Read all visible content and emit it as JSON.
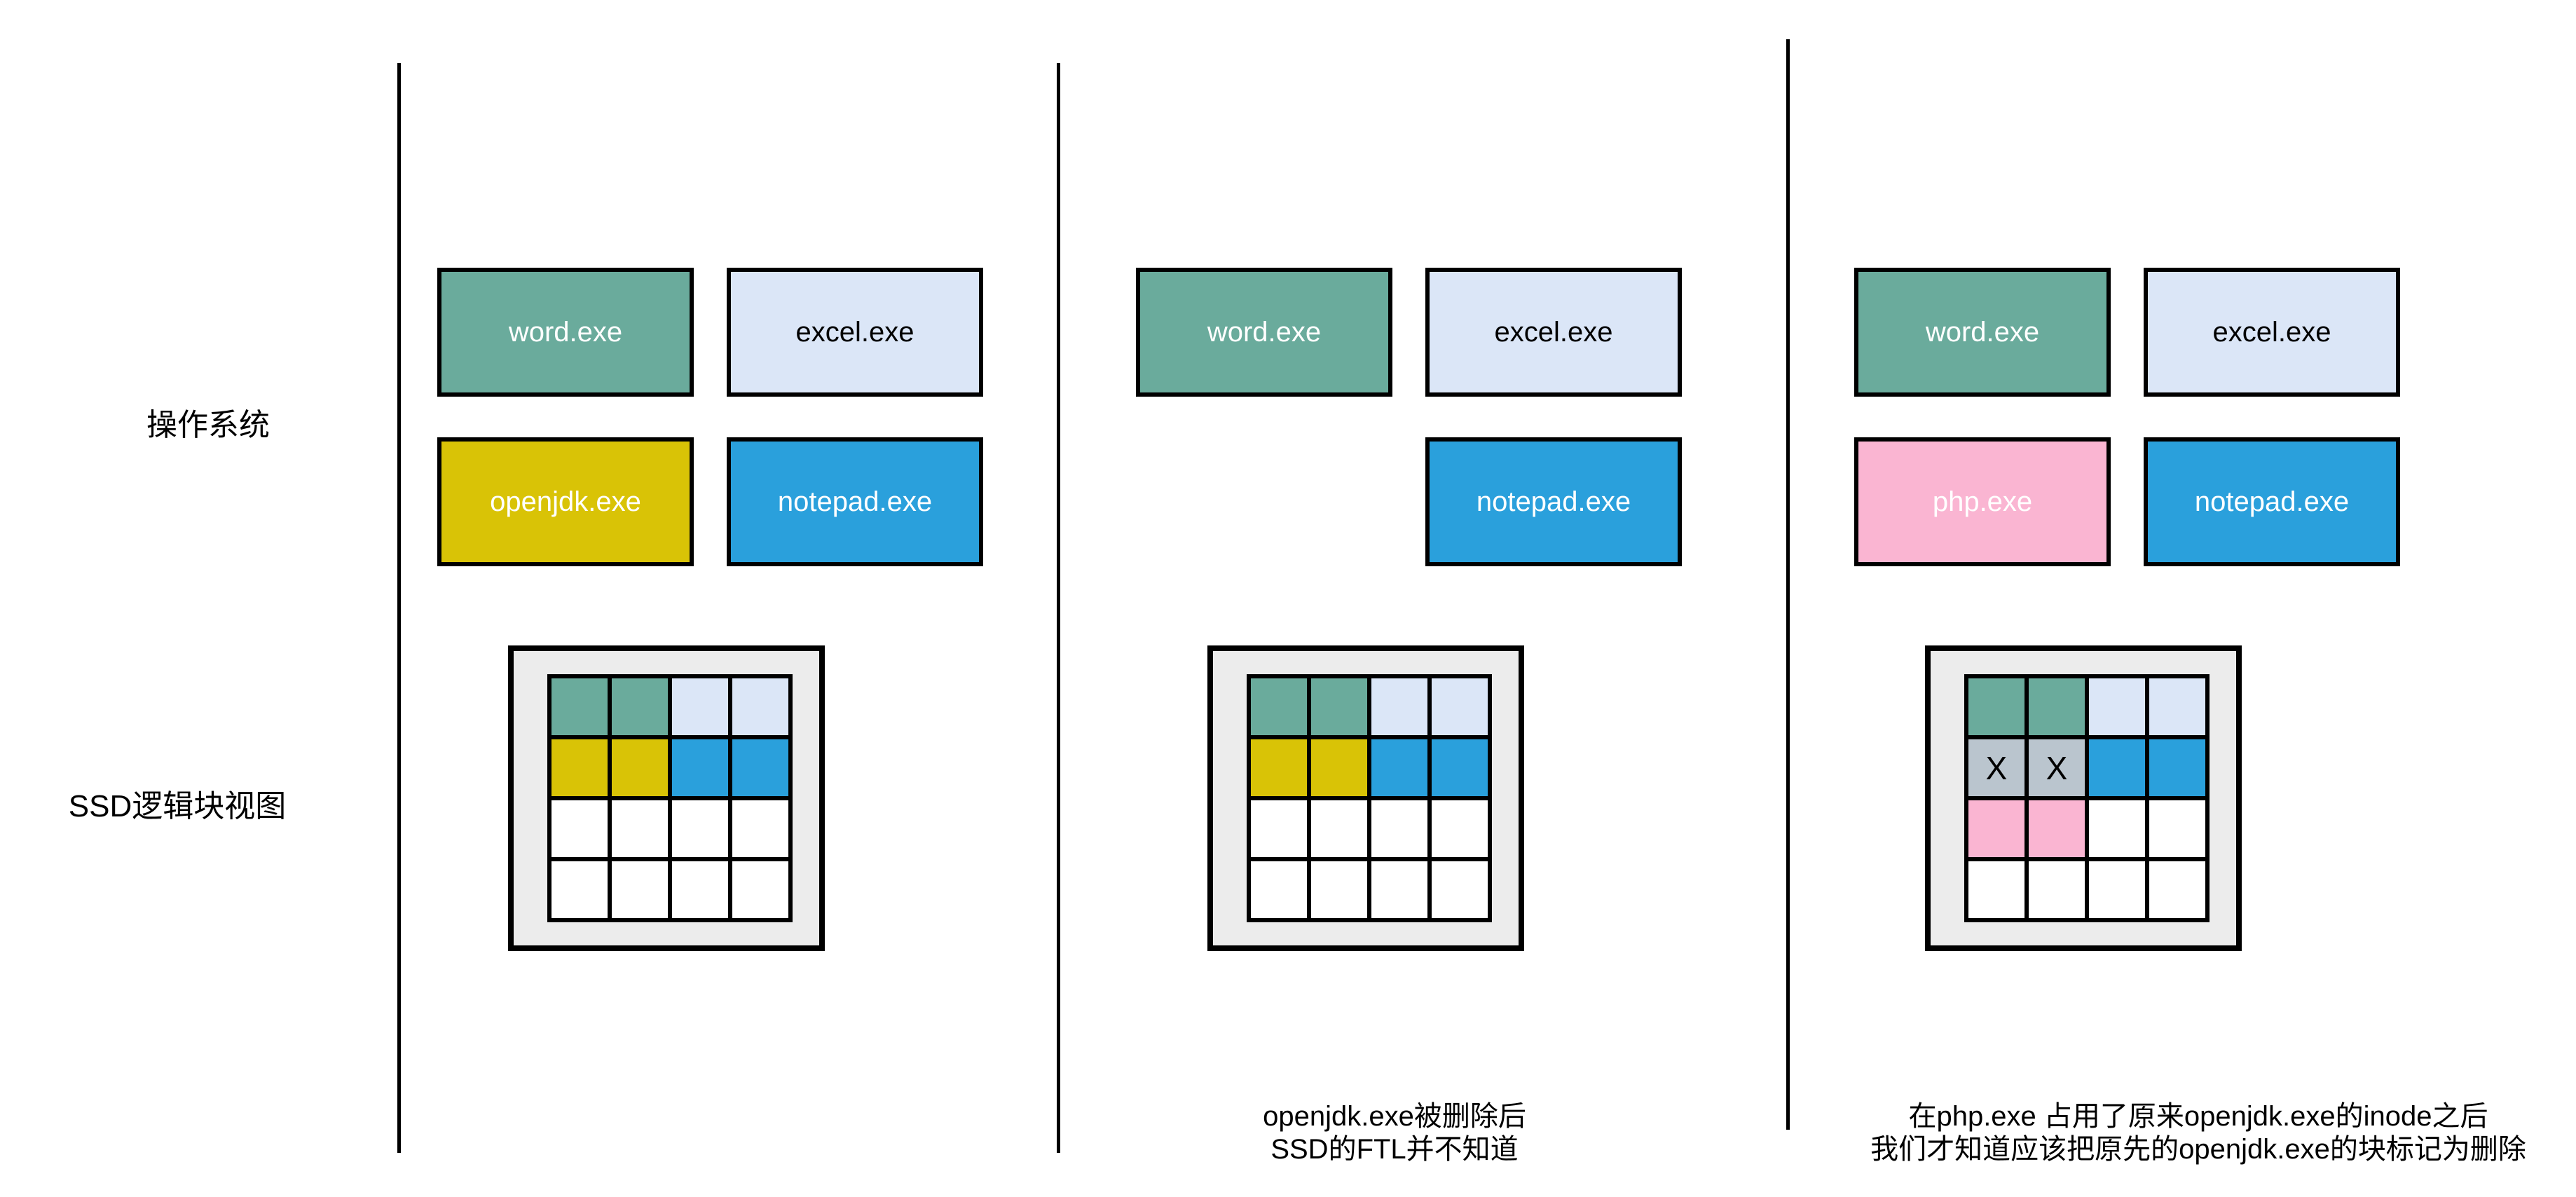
{
  "labels": {
    "os": "操作系统",
    "ssd": "SSD逻辑块视图"
  },
  "colors": {
    "word": "#6aab9c",
    "excel": "#dbe6f7",
    "openjdk": "#d9c306",
    "notepad": "#2aa0dc",
    "php": "#fab5d2",
    "deleted": "#bac5ce",
    "empty": "#ffffff",
    "frame_bg": "#ececec",
    "border": "#000000"
  },
  "panels": [
    {
      "id": "initial-state",
      "processes": [
        {
          "label": "word.exe",
          "color": "word",
          "text_color": "#ffffff",
          "row": 0,
          "col": 0
        },
        {
          "label": "excel.exe",
          "color": "excel",
          "text_color": "#000000",
          "row": 0,
          "col": 1
        },
        {
          "label": "openjdk.exe",
          "color": "openjdk",
          "text_color": "#ffffff",
          "row": 1,
          "col": 0
        },
        {
          "label": "notepad.exe",
          "color": "notepad",
          "text_color": "#ffffff",
          "row": 1,
          "col": 1
        }
      ],
      "grid": [
        [
          {
            "c": "word",
            "t": ""
          },
          {
            "c": "word",
            "t": ""
          },
          {
            "c": "excel",
            "t": ""
          },
          {
            "c": "excel",
            "t": ""
          }
        ],
        [
          {
            "c": "openjdk",
            "t": ""
          },
          {
            "c": "openjdk",
            "t": ""
          },
          {
            "c": "notepad",
            "t": ""
          },
          {
            "c": "notepad",
            "t": ""
          }
        ],
        [
          {
            "c": "empty",
            "t": ""
          },
          {
            "c": "empty",
            "t": ""
          },
          {
            "c": "empty",
            "t": ""
          },
          {
            "c": "empty",
            "t": ""
          }
        ],
        [
          {
            "c": "empty",
            "t": ""
          },
          {
            "c": "empty",
            "t": ""
          },
          {
            "c": "empty",
            "t": ""
          },
          {
            "c": "empty",
            "t": ""
          }
        ]
      ],
      "caption": []
    },
    {
      "id": "after-delete",
      "processes": [
        {
          "label": "word.exe",
          "color": "word",
          "text_color": "#ffffff",
          "row": 0,
          "col": 0
        },
        {
          "label": "excel.exe",
          "color": "excel",
          "text_color": "#000000",
          "row": 0,
          "col": 1
        },
        {
          "label": "notepad.exe",
          "color": "notepad",
          "text_color": "#ffffff",
          "row": 1,
          "col": 1
        }
      ],
      "grid": [
        [
          {
            "c": "word",
            "t": ""
          },
          {
            "c": "word",
            "t": ""
          },
          {
            "c": "excel",
            "t": ""
          },
          {
            "c": "excel",
            "t": ""
          }
        ],
        [
          {
            "c": "openjdk",
            "t": ""
          },
          {
            "c": "openjdk",
            "t": ""
          },
          {
            "c": "notepad",
            "t": ""
          },
          {
            "c": "notepad",
            "t": ""
          }
        ],
        [
          {
            "c": "empty",
            "t": ""
          },
          {
            "c": "empty",
            "t": ""
          },
          {
            "c": "empty",
            "t": ""
          },
          {
            "c": "empty",
            "t": ""
          }
        ],
        [
          {
            "c": "empty",
            "t": ""
          },
          {
            "c": "empty",
            "t": ""
          },
          {
            "c": "empty",
            "t": ""
          },
          {
            "c": "empty",
            "t": ""
          }
        ]
      ],
      "caption": [
        "openjdk.exe被删除后",
        "SSD的FTL并不知道"
      ]
    },
    {
      "id": "after-php-reuse",
      "processes": [
        {
          "label": "word.exe",
          "color": "word",
          "text_color": "#ffffff",
          "row": 0,
          "col": 0
        },
        {
          "label": "excel.exe",
          "color": "excel",
          "text_color": "#000000",
          "row": 0,
          "col": 1
        },
        {
          "label": "php.exe",
          "color": "php",
          "text_color": "#ffffff",
          "row": 1,
          "col": 0
        },
        {
          "label": "notepad.exe",
          "color": "notepad",
          "text_color": "#ffffff",
          "row": 1,
          "col": 1
        }
      ],
      "grid": [
        [
          {
            "c": "word",
            "t": ""
          },
          {
            "c": "word",
            "t": ""
          },
          {
            "c": "excel",
            "t": ""
          },
          {
            "c": "excel",
            "t": ""
          }
        ],
        [
          {
            "c": "deleted",
            "t": "X"
          },
          {
            "c": "deleted",
            "t": "X"
          },
          {
            "c": "notepad",
            "t": ""
          },
          {
            "c": "notepad",
            "t": ""
          }
        ],
        [
          {
            "c": "php",
            "t": ""
          },
          {
            "c": "php",
            "t": ""
          },
          {
            "c": "empty",
            "t": ""
          },
          {
            "c": "empty",
            "t": ""
          }
        ],
        [
          {
            "c": "empty",
            "t": ""
          },
          {
            "c": "empty",
            "t": ""
          },
          {
            "c": "empty",
            "t": ""
          },
          {
            "c": "empty",
            "t": ""
          }
        ]
      ],
      "caption": [
        "在php.exe 占用了原来openjdk.exe的inode之后",
        "我们才知道应该把原先的openjdk.exe的块标记为删除"
      ]
    }
  ]
}
